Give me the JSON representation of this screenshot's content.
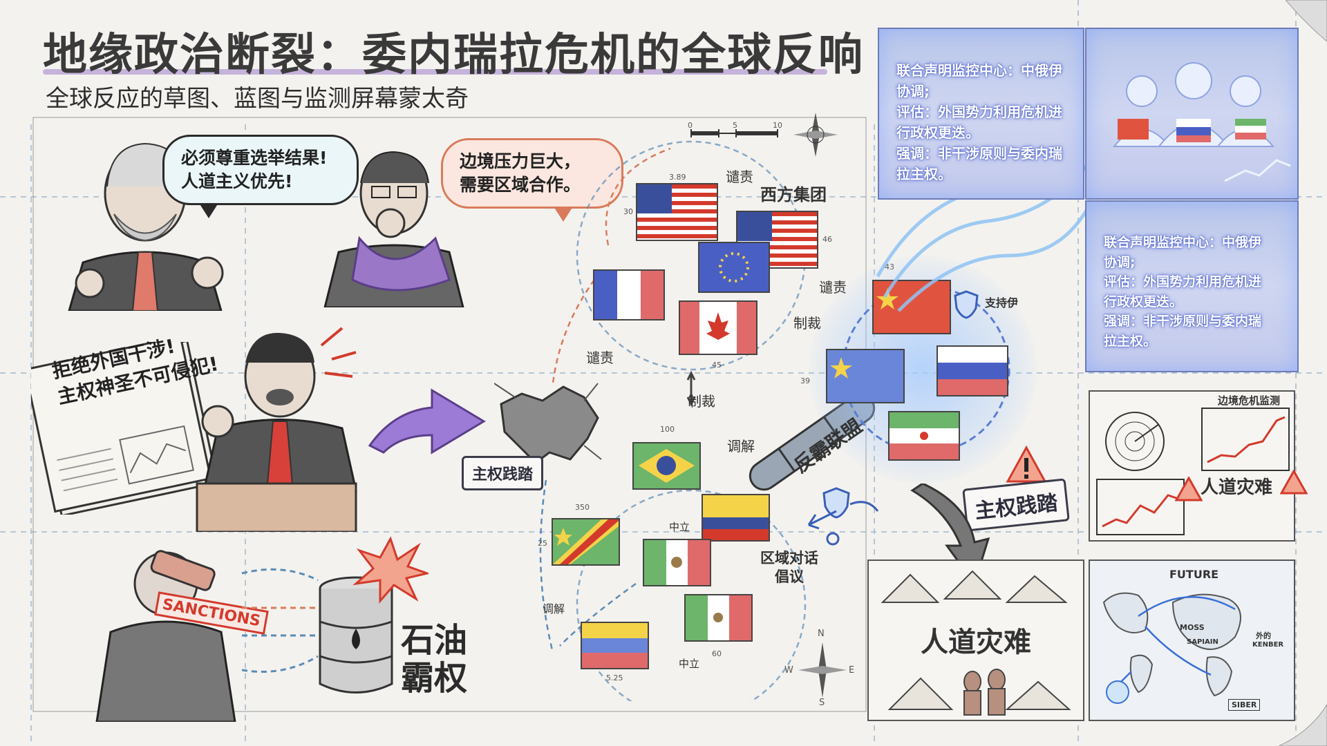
{
  "header": {
    "title": "地缘政治断裂：委内瑞拉危机的全球反响",
    "subtitle": "全球反应的草图、蓝图与监测屏幕蒙太奇"
  },
  "left": {
    "bubble_brazil": [
      "必须尊重选举结果!",
      "人道主义优先!"
    ],
    "bubble_colombia": [
      "边境压力巨大，",
      "需要区域合作。"
    ],
    "newspaper": [
      "拒绝外国干涉!",
      "主权神圣不可侵犯!"
    ],
    "sovereignty_tag": "主权践踏",
    "sanctions_stamp": "SANCTIONS",
    "oil_label": [
      "石油",
      "霸权"
    ]
  },
  "center": {
    "scale": [
      "0",
      "5",
      "10"
    ],
    "compass": [
      "N",
      "E",
      "S",
      "W"
    ],
    "western_bloc": "西方集团",
    "condemn": "谴责",
    "sanction": "制裁",
    "mediate": "调解",
    "neutral": "中立",
    "regional_dialogue": [
      "区域对话",
      "倡议"
    ],
    "anti_hegemony": "反霸联盟",
    "support": "支持伊",
    "dims": [
      "3.89",
      "30",
      "46",
      "43",
      "45",
      "100",
      "350",
      "60",
      "5.25",
      "25",
      "39"
    ]
  },
  "monitors": {
    "panel_a": [
      "联合声明监控中心：中俄伊",
      "协调;",
      "评估：外国势力利用危机进",
      "行政权更迭。",
      "强调：非干涉原则与委内瑞",
      "拉主权。"
    ],
    "panel_b": [
      "联合声明监控中心：中俄伊",
      "协调;",
      "评估：外国势力利用危机进",
      "行政权更迭。",
      "强调：非干涉原则与委内瑞",
      "拉主权。"
    ]
  },
  "right": {
    "sovereignty_tag": "主权践踏",
    "humanitarian_big": "人道灾难",
    "humanitarian_small": "人道灾难",
    "crisis_monitor": "边境危机监测",
    "future": "FUTURE",
    "map_labels": [
      "MOSS",
      "SAPIAIN",
      "外的",
      "KENBER",
      "SIBER"
    ]
  },
  "colors": {
    "accent": "#b9a3d6",
    "monitor_glow": "#6c7bb8",
    "warning": "#d33a2c",
    "orange": "#d97b5b"
  }
}
